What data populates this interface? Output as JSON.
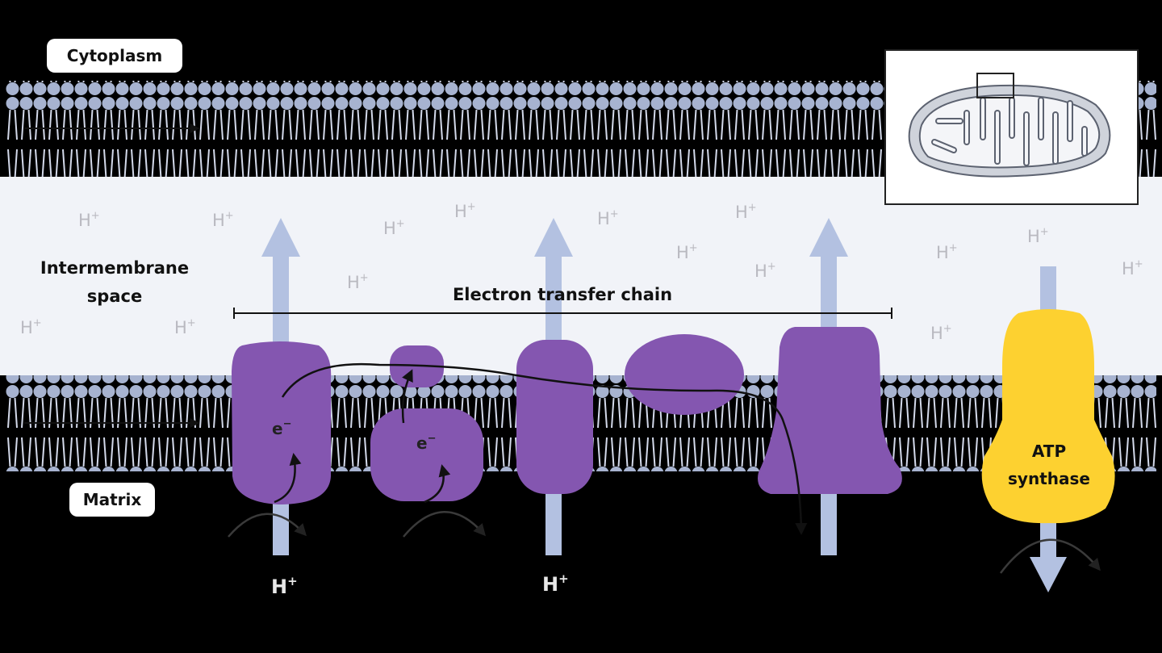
{
  "labels": {
    "cytoplasm": "Cytoplasm",
    "intermembrane_line1": "Intermembrane",
    "intermembrane_line2": "space",
    "matrix": "Matrix",
    "etc": "Electron transfer chain",
    "atp_line1": "ATP",
    "atp_line2": "synthase"
  },
  "ion": {
    "base": "H",
    "charge": "+"
  },
  "electron": {
    "base": "e",
    "charge": "−"
  },
  "colors": {
    "background": "#000000",
    "membrane_head": "#a7b3d0",
    "intermembrane_space": "#f1f3f8",
    "protein": "#8456b0",
    "atp_synthase": "#fdd130",
    "proton_arrow": "#b3c1e1"
  }
}
